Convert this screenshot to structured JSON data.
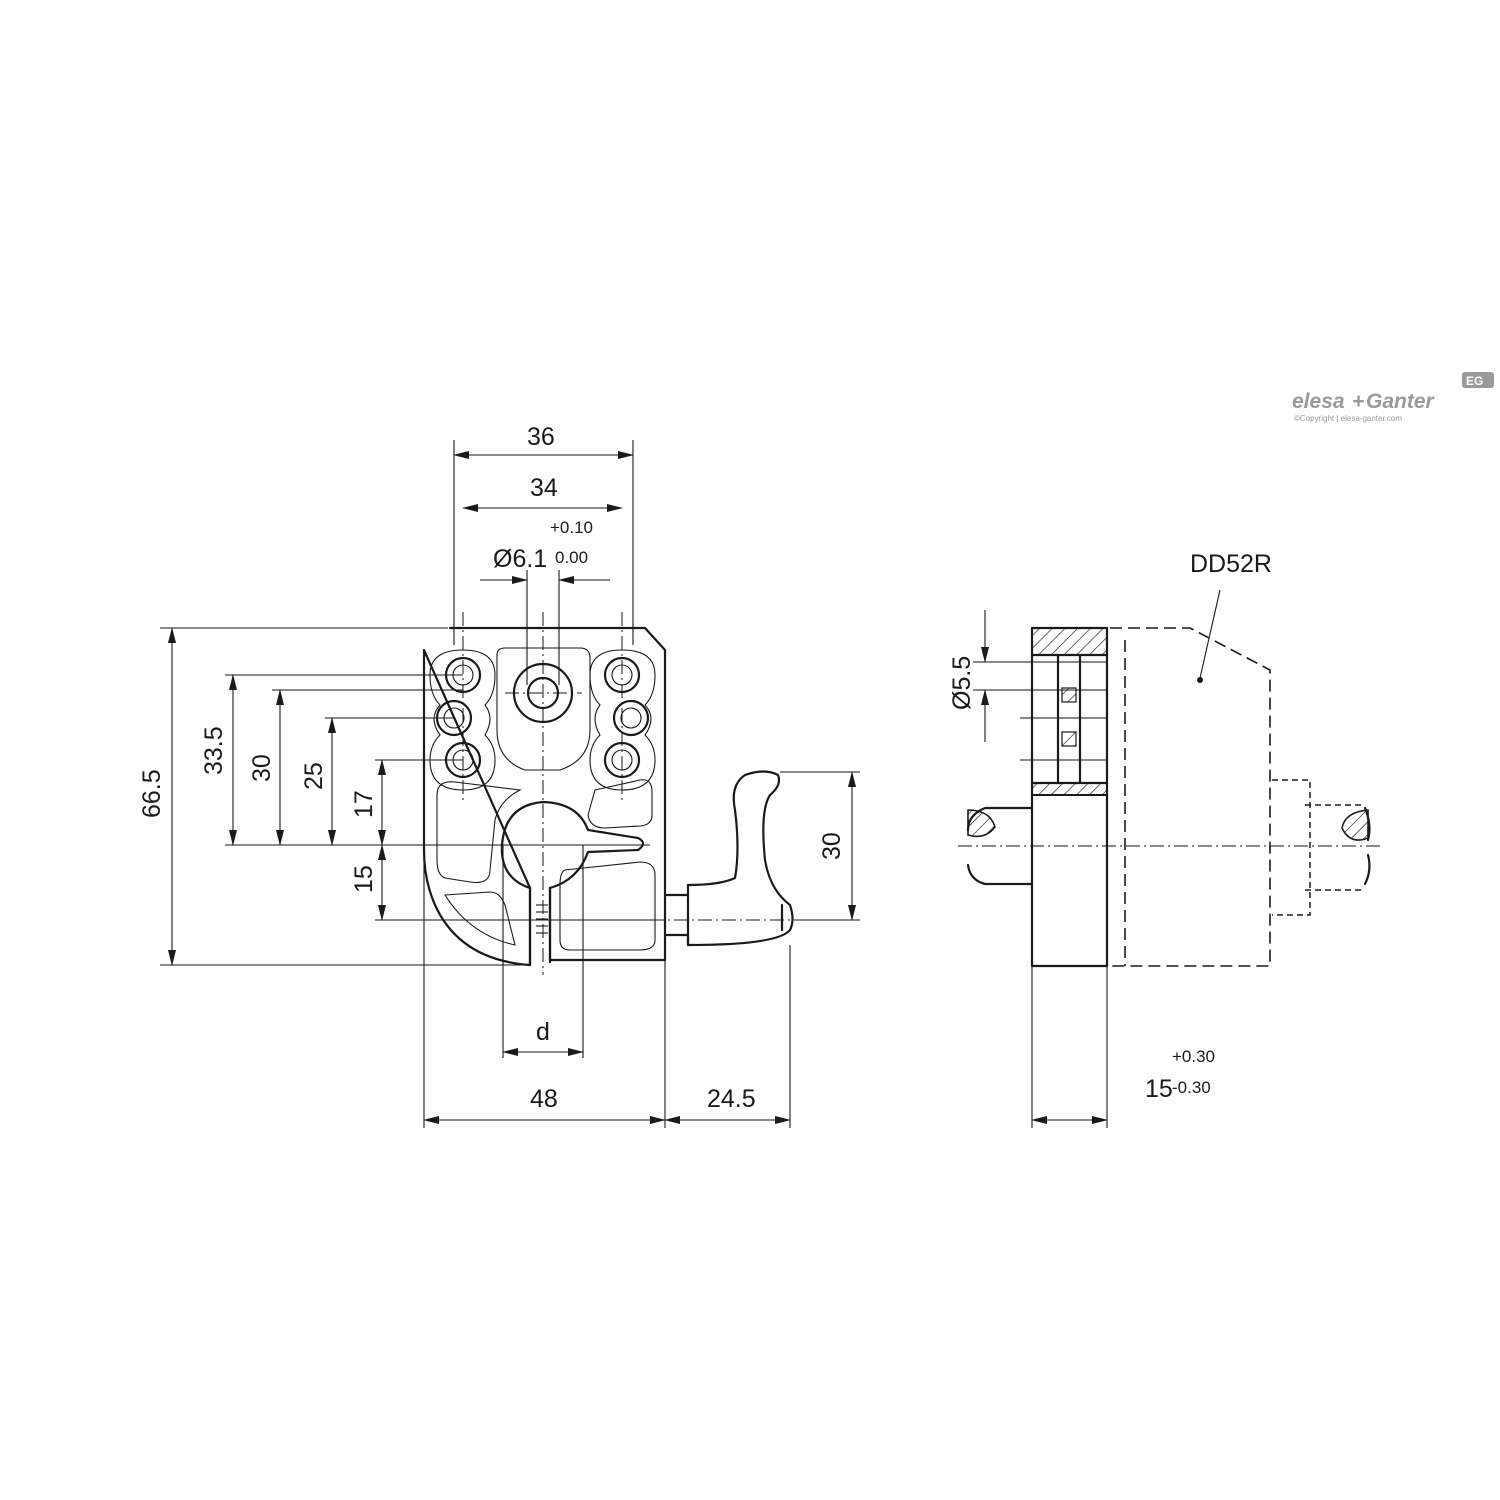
{
  "brand": {
    "name_part1": "elesa",
    "name_plus": "+",
    "name_part2": "Ganter",
    "badge": "EG",
    "copyright": "©Copyright | elesa-ganter.com"
  },
  "front_view": {
    "dim_width_outer": "36",
    "dim_width_inner": "34",
    "dim_bore": "Ø6.1",
    "dim_bore_tol_upper": "+0.10",
    "dim_bore_tol_lower": "0.00",
    "dim_height_total": "66.5",
    "dim_h_33_5": "33.5",
    "dim_h_30": "30",
    "dim_h_25": "25",
    "dim_h_17": "17",
    "dim_h_15": "15",
    "dim_lever_height": "30",
    "dim_slot": "d",
    "dim_base_width": "48",
    "dim_lever_reach": "24.5"
  },
  "side_view": {
    "label_part": "DD52R",
    "dim_hole": "Ø5.5",
    "dim_thickness": "15",
    "dim_thickness_tol_upper": "+0.30",
    "dim_thickness_tol_lower": "-0.30"
  }
}
